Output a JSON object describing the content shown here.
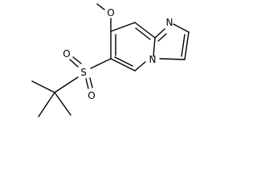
{
  "molecule": {
    "atoms": {
      "methoxy_o": "O",
      "imidazole_n": "N",
      "bridge_n": "N",
      "sulfur": "S",
      "sulfonyl_o_top": "O",
      "sulfonyl_o_bottom": "O"
    }
  }
}
